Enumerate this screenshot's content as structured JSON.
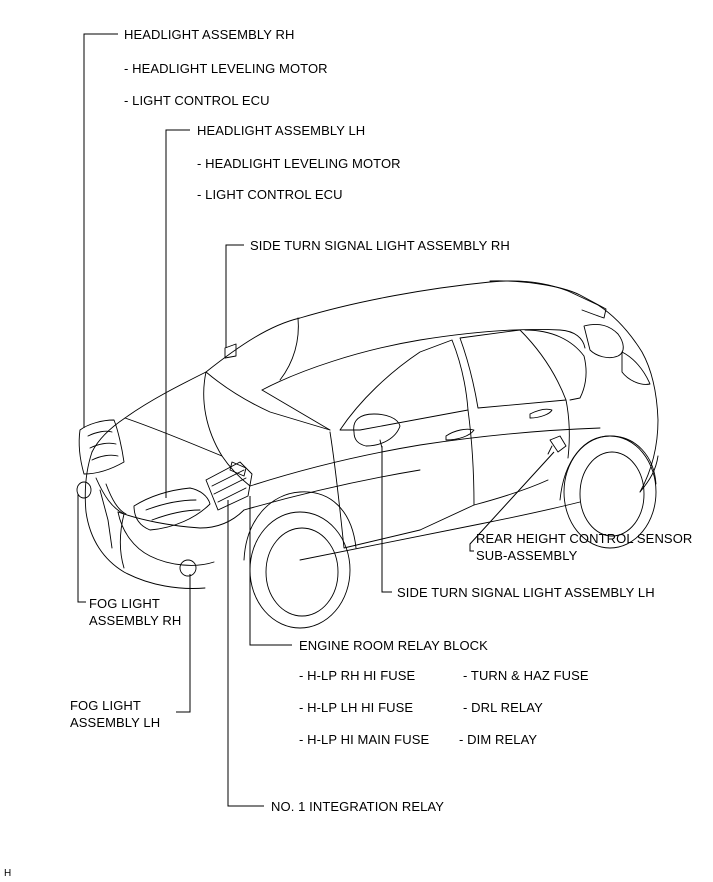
{
  "labels": {
    "headlight_rh": "HEADLIGHT ASSEMBLY RH",
    "headlight_rh_motor": "- HEADLIGHT LEVELING MOTOR",
    "headlight_rh_ecu": "- LIGHT CONTROL ECU",
    "headlight_lh": "HEADLIGHT ASSEMBLY LH",
    "headlight_lh_motor": "- HEADLIGHT LEVELING MOTOR",
    "headlight_lh_ecu": "- LIGHT CONTROL ECU",
    "side_turn_rh": "SIDE TURN SIGNAL LIGHT ASSEMBLY RH",
    "rear_height_sensor_line1": "REAR HEIGHT CONTROL SENSOR",
    "rear_height_sensor_line2": "SUB-ASSEMBLY",
    "side_turn_lh": "SIDE TURN SIGNAL LIGHT ASSEMBLY LH",
    "fog_rh_line1": "FOG LIGHT",
    "fog_rh_line2": "ASSEMBLY RH",
    "fog_lh_line1": "FOG LIGHT",
    "fog_lh_line2": "ASSEMBLY LH",
    "engine_room_relay_block": "ENGINE ROOM RELAY BLOCK",
    "fuse_hlp_rh_hi": "- H-LP RH HI FUSE",
    "fuse_turn_haz": "- TURN & HAZ FUSE",
    "fuse_hlp_lh_hi": "- H-LP LH HI FUSE",
    "relay_drl": "- DRL RELAY",
    "fuse_hlp_hi_main": "- H-LP HI MAIN FUSE",
    "relay_dim": "- DIM  RELAY",
    "integration_relay": "NO. 1 INTEGRATION RELAY",
    "corner_code": "H"
  }
}
